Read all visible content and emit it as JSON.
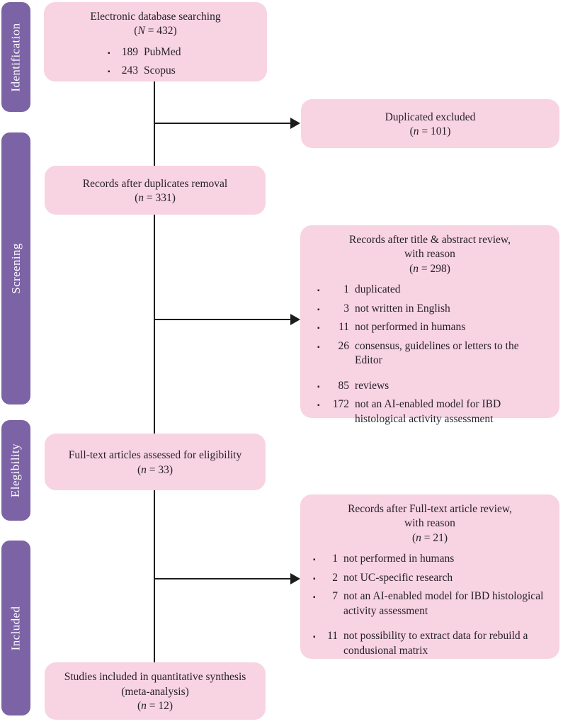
{
  "colors": {
    "box_fill": "#f8d3e2",
    "stage_fill": "#7c63a5",
    "stage_text": "#ffffff",
    "text": "#27222a",
    "line": "#1c1c1c"
  },
  "ui": {
    "bullet_char": "▪"
  },
  "stages": [
    {
      "label": "Identification"
    },
    {
      "label": "Screening"
    },
    {
      "label": "Elegibility"
    },
    {
      "label": "Included"
    }
  ],
  "boxes": {
    "search": {
      "title": "Electronic database searching",
      "count": [
        {
          "t": "(",
          "i": 0
        },
        {
          "t": "N",
          "i": 1
        },
        {
          "t": " = 432)",
          "i": 0
        }
      ],
      "bullets": [
        {
          "num": "189",
          "text": "PubMed"
        },
        {
          "num": "243",
          "text": "Scopus"
        }
      ]
    },
    "duplicated": {
      "title": "Duplicated excluded",
      "count": [
        {
          "t": "(",
          "i": 0
        },
        {
          "t": "n",
          "i": 1
        },
        {
          "t": " = 101)",
          "i": 0
        }
      ]
    },
    "after_duplicates": {
      "title": "Records after duplicates removal",
      "count": [
        {
          "t": "(",
          "i": 0
        },
        {
          "t": "n",
          "i": 1
        },
        {
          "t": " = 331)",
          "i": 0
        }
      ]
    },
    "title_abstract": {
      "title": "Records after title & abstract review,",
      "subtitle": "with reason",
      "count": [
        {
          "t": "(",
          "i": 0
        },
        {
          "t": "n",
          "i": 1
        },
        {
          "t": " = 298)",
          "i": 0
        }
      ],
      "bullets": [
        {
          "num": "1",
          "text": "duplicated"
        },
        {
          "num": "3",
          "text": "not written in English"
        },
        {
          "num": "11",
          "text": "not performed in humans"
        },
        {
          "num": "26",
          "text": "consensus, guidelines or letters to the Editor"
        },
        {
          "num": "85",
          "text": "reviews"
        },
        {
          "num": "172",
          "text": "not an AI-enabled model for IBD histological activity assessment"
        }
      ]
    },
    "fulltext": {
      "title": "Full-text articles assessed for eligibility",
      "count": [
        {
          "t": "(",
          "i": 0
        },
        {
          "t": "n",
          "i": 1
        },
        {
          "t": " = 33)",
          "i": 0
        }
      ]
    },
    "fulltext_review": {
      "title": "Records after Full-text article review,",
      "subtitle": "with reason",
      "count": [
        {
          "t": "(",
          "i": 0
        },
        {
          "t": "n",
          "i": 1
        },
        {
          "t": " = 21)",
          "i": 0
        }
      ],
      "bullets": [
        {
          "num": "1",
          "text": "not performed in humans"
        },
        {
          "num": "2",
          "text": "not UC-specific research"
        },
        {
          "num": "7",
          "text": "not an AI-enabled model for IBD histological activity assessment"
        },
        {
          "num": "11",
          "text": "not possibility to extract data for rebuild a condusional matrix"
        }
      ]
    },
    "included_quant": {
      "title": "Studies included in quantitative synthesis (meta-analysis)",
      "count": [
        {
          "t": "(",
          "i": 0
        },
        {
          "t": "n",
          "i": 1
        },
        {
          "t": " = 12)",
          "i": 0
        }
      ]
    }
  }
}
